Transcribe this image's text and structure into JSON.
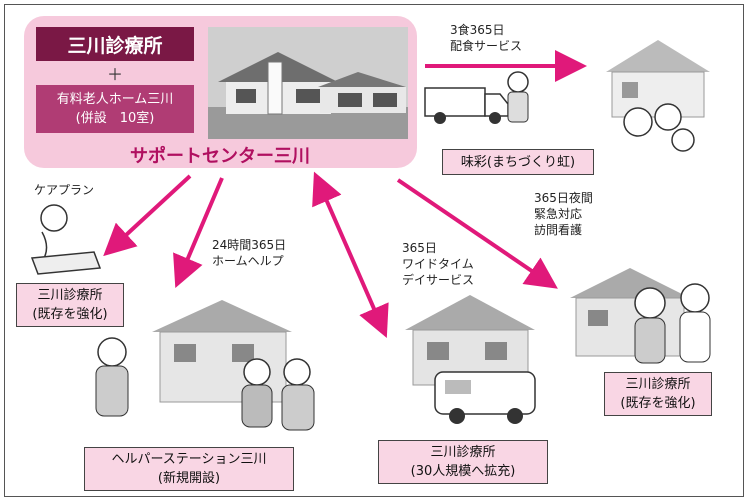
{
  "center": {
    "clinic": "三川診療所",
    "plus": "＋",
    "nursing_line1": "有料老人ホーム三川",
    "nursing_line2": "(併設　10室)",
    "support_center": "サポートセンター三川"
  },
  "nodes": {
    "meal_service_note_1": "3食365日",
    "meal_service_note_2": "配食サービス",
    "ajisai": "味彩(まちづくり虹)",
    "care_plan_note": "ケアプラン",
    "clinic_left_1": "三川診療所",
    "clinic_left_2": "(既存を強化)",
    "home_help_note_1": "24時間365日",
    "home_help_note_2": "ホームヘルプ",
    "helper_station_1": "ヘルパーステーション三川",
    "helper_station_2": "(新規開設)",
    "day_service_note_1": "365日",
    "day_service_note_2": "ワイドタイム",
    "day_service_note_3": "デイサービス",
    "clinic_bottom_1": "三川診療所",
    "clinic_bottom_2": "(30人規模へ拡充)",
    "night_note_1": "365日夜間",
    "night_note_2": "緊急対応",
    "night_note_3": "訪問看護",
    "clinic_right_1": "三川診療所",
    "clinic_right_2": "(既存を強化)"
  },
  "colors": {
    "arrow": "#e0197a",
    "center_fill": "#f6c9dc",
    "clinic_fill": "#7a1845",
    "nursing_fill": "#b03c74",
    "label_fill": "#f9d6e4"
  }
}
